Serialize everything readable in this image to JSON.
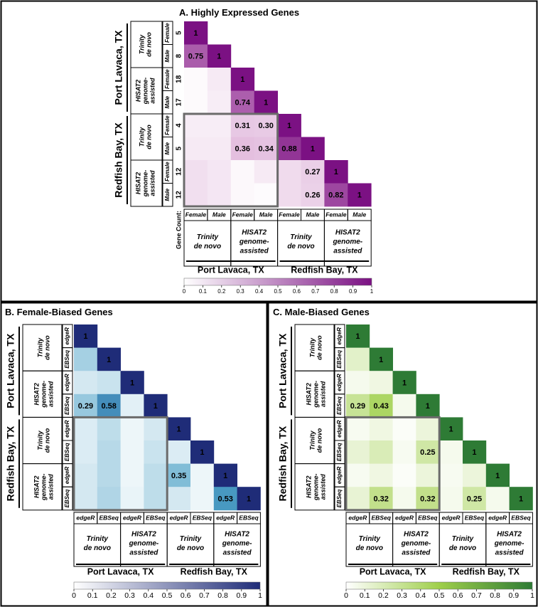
{
  "panels": {
    "A": {
      "title": "A.  Highly Expressed Genes",
      "colors": [
        "#ffffff",
        "#7b1183"
      ]
    },
    "B": {
      "title": "B. Female-Biased Genes",
      "colors": [
        "#ffffff",
        "#1f2c78"
      ]
    },
    "C": {
      "title": "C. Male-Biased Genes",
      "colors": [
        "#ffffff",
        "#2e7b35"
      ]
    }
  },
  "labels": {
    "locations": [
      "Port Lavaca, TX",
      "Redfish Bay, TX"
    ],
    "methods": [
      [
        "Trinity",
        "de novo"
      ],
      [
        "HISAT2",
        "genome-",
        "assisted"
      ]
    ],
    "sexes": [
      "Female",
      "Male"
    ],
    "tools": [
      "edgeR",
      "EBSeq"
    ],
    "gene_count_label": "Gene Count:"
  },
  "chart_data": [
    {
      "type": "heatmap",
      "panel": "A",
      "title": "Highly Expressed Genes",
      "row_labels": [
        "Port Lavaca, TX | Trinity de novo | Female",
        "Port Lavaca, TX | Trinity de novo | Male",
        "Port Lavaca, TX | HISAT2 genome-assisted | Female",
        "Port Lavaca, TX | HISAT2 genome-assisted | Male",
        "Redfish Bay, TX | Trinity de novo | Female",
        "Redfish Bay, TX | Trinity de novo | Male",
        "Redfish Bay, TX | HISAT2 genome-assisted | Female",
        "Redfish Bay, TX | HISAT2 genome-assisted | Male"
      ],
      "col_labels": [
        "Female",
        "Male",
        "Female",
        "Male",
        "Female",
        "Male",
        "Female",
        "Male"
      ],
      "gene_counts": [
        "5",
        "8",
        "18",
        "17",
        "4",
        "5",
        "12",
        "12"
      ],
      "values": [
        [
          1
        ],
        [
          0.75,
          1
        ],
        [
          0.03,
          0.12,
          1
        ],
        [
          0.03,
          0.1,
          0.74,
          1
        ],
        [
          0.1,
          0.1,
          0.31,
          0.3,
          1
        ],
        [
          0.12,
          0.12,
          0.36,
          0.34,
          0.88,
          1
        ],
        [
          0.18,
          0.14,
          0.04,
          0.12,
          0.2,
          0.27,
          1
        ],
        [
          0.18,
          0.14,
          0.04,
          0.02,
          0.2,
          0.26,
          0.82,
          1
        ]
      ],
      "labeled": [
        [
          0,
          0
        ],
        [
          1,
          0
        ],
        [
          1,
          1
        ],
        [
          2,
          2
        ],
        [
          3,
          2
        ],
        [
          3,
          3
        ],
        [
          4,
          2
        ],
        [
          4,
          3
        ],
        [
          4,
          4
        ],
        [
          5,
          2
        ],
        [
          5,
          3
        ],
        [
          5,
          4
        ],
        [
          5,
          5
        ],
        [
          6,
          5
        ],
        [
          6,
          6
        ],
        [
          7,
          5
        ],
        [
          7,
          6
        ],
        [
          7,
          7
        ]
      ],
      "colorbar": {
        "range": [
          0,
          1
        ],
        "ticks": [
          "0",
          "0.1",
          "0.2",
          "0.3",
          "0.4",
          "0.5",
          "0.6",
          "0.7",
          "0.8",
          "0.9",
          "1"
        ]
      }
    },
    {
      "type": "heatmap",
      "panel": "B",
      "title": "Female-Biased Genes",
      "row_labels": [
        "Port Lavaca, TX | Trinity de novo | edgeR",
        "Port Lavaca, TX | Trinity de novo | EBSeq",
        "Port Lavaca, TX | HISAT2 genome-assisted | edgeR",
        "Port Lavaca, TX | HISAT2 genome-assisted | EBSeq",
        "Redfish Bay, TX | Trinity de novo | edgeR",
        "Redfish Bay, TX | Trinity de novo | EBSeq",
        "Redfish Bay, TX | HISAT2 genome-assisted | edgeR",
        "Redfish Bay, TX | HISAT2 genome-assisted | EBSeq"
      ],
      "col_labels": [
        "edgeR",
        "EBSeq",
        "edgeR",
        "EBSeq",
        "edgeR",
        "EBSeq",
        "edgeR",
        "EBSeq"
      ],
      "values": [
        [
          1
        ],
        [
          0.25,
          1
        ],
        [
          0.12,
          0.15,
          1
        ],
        [
          0.29,
          0.58,
          0.08,
          1
        ],
        [
          0.1,
          0.18,
          0.05,
          0.12,
          1
        ],
        [
          0.1,
          0.2,
          0.05,
          0.15,
          0.1,
          1
        ],
        [
          0.12,
          0.2,
          0.05,
          0.18,
          0.35,
          0.05,
          1
        ],
        [
          0.12,
          0.22,
          0.06,
          0.18,
          0.12,
          0.05,
          0.53,
          1
        ]
      ],
      "labeled": [
        [
          0,
          0
        ],
        [
          1,
          1
        ],
        [
          2,
          2
        ],
        [
          3,
          0
        ],
        [
          3,
          1
        ],
        [
          3,
          3
        ],
        [
          4,
          4
        ],
        [
          5,
          5
        ],
        [
          6,
          4
        ],
        [
          6,
          6
        ],
        [
          7,
          6
        ],
        [
          7,
          7
        ]
      ],
      "colorbar": {
        "range": [
          0,
          1
        ],
        "ticks": [
          "0",
          "0.1",
          "0.2",
          "0.3",
          "0.4",
          "0.5",
          "0.6",
          "0.7",
          "0.8",
          "0.9",
          "1"
        ]
      }
    },
    {
      "type": "heatmap",
      "panel": "C",
      "title": "Male-Biased Genes",
      "row_labels": [
        "Port Lavaca, TX | Trinity de novo | edgeR",
        "Port Lavaca, TX | Trinity de novo | EBSeq",
        "Port Lavaca, TX | HISAT2 genome-assisted | edgeR",
        "Port Lavaca, TX | HISAT2 genome-assisted | EBSeq",
        "Redfish Bay, TX | Trinity de novo | edgeR",
        "Redfish Bay, TX | Trinity de novo | EBSeq",
        "Redfish Bay, TX | HISAT2 genome-assisted | edgeR",
        "Redfish Bay, TX | HISAT2 genome-assisted | EBSeq"
      ],
      "col_labels": [
        "edgeR",
        "EBSeq",
        "edgeR",
        "EBSeq",
        "edgeR",
        "EBSeq",
        "edgeR",
        "EBSeq"
      ],
      "values": [
        [
          1
        ],
        [
          0.15,
          1
        ],
        [
          0.05,
          0.08,
          1
        ],
        [
          0.29,
          0.43,
          0.05,
          1
        ],
        [
          0.04,
          0.08,
          0.02,
          0.1,
          1
        ],
        [
          0.12,
          0.2,
          0.04,
          0.25,
          0.05,
          1
        ],
        [
          0.04,
          0.08,
          0.02,
          0.1,
          0.04,
          0.1,
          1
        ],
        [
          0.12,
          0.32,
          0.05,
          0.32,
          0.05,
          0.25,
          0.05,
          1
        ]
      ],
      "labeled": [
        [
          0,
          0
        ],
        [
          1,
          1
        ],
        [
          2,
          2
        ],
        [
          3,
          0
        ],
        [
          3,
          1
        ],
        [
          3,
          3
        ],
        [
          4,
          4
        ],
        [
          5,
          3
        ],
        [
          5,
          5
        ],
        [
          6,
          6
        ],
        [
          7,
          1
        ],
        [
          7,
          3
        ],
        [
          7,
          5
        ],
        [
          7,
          7
        ]
      ],
      "colorbar": {
        "range": [
          0,
          1
        ],
        "ticks": [
          "0",
          "0.1",
          "0.2",
          "0.3",
          "0.4",
          "0.5",
          "0.6",
          "0.7",
          "0.8",
          "0.9",
          "1"
        ]
      }
    }
  ]
}
